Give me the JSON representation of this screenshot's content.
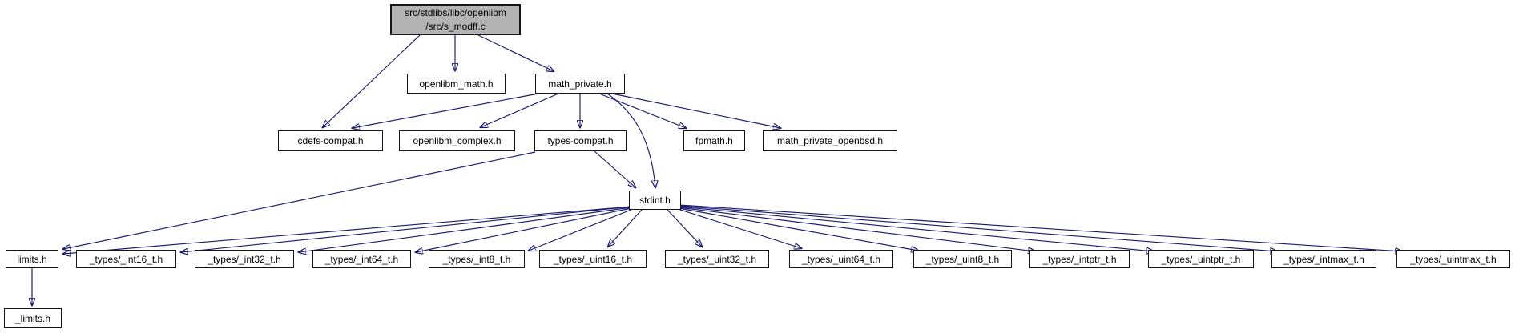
{
  "diagram": {
    "kind": "include-dependency-graph",
    "colors": {
      "edge": "#191970",
      "node_border": "#141414",
      "node_fill": "#ffffff",
      "root_node_fill": "#b3b3b3",
      "text": "#000000",
      "background": "#ffffff"
    },
    "nodes": [
      {
        "id": "root",
        "label": "src/stdlibs/libc/openlibm\n/src/s_modff.c",
        "root": true
      },
      {
        "id": "openlibm_math",
        "label": "openlibm_math.h"
      },
      {
        "id": "math_private",
        "label": "math_private.h"
      },
      {
        "id": "cdefs_compat",
        "label": "cdefs-compat.h"
      },
      {
        "id": "openlibm_complex",
        "label": "openlibm_complex.h"
      },
      {
        "id": "types_compat",
        "label": "types-compat.h"
      },
      {
        "id": "fpmath",
        "label": "fpmath.h"
      },
      {
        "id": "mp_openbsd",
        "label": "math_private_openbsd.h"
      },
      {
        "id": "stdint",
        "label": "stdint.h"
      },
      {
        "id": "limits",
        "label": "limits.h"
      },
      {
        "id": "t_int16",
        "label": "_types/_int16_t.h"
      },
      {
        "id": "t_int32",
        "label": "_types/_int32_t.h"
      },
      {
        "id": "t_int64",
        "label": "_types/_int64_t.h"
      },
      {
        "id": "t_int8",
        "label": "_types/_int8_t.h"
      },
      {
        "id": "t_uint16",
        "label": "_types/_uint16_t.h"
      },
      {
        "id": "t_uint32",
        "label": "_types/_uint32_t.h"
      },
      {
        "id": "t_uint64",
        "label": "_types/_uint64_t.h"
      },
      {
        "id": "t_uint8",
        "label": "_types/_uint8_t.h"
      },
      {
        "id": "t_intptr",
        "label": "_types/_intptr_t.h"
      },
      {
        "id": "t_uintptr",
        "label": "_types/_uintptr_t.h"
      },
      {
        "id": "t_intmax",
        "label": "_types/_intmax_t.h"
      },
      {
        "id": "t_uintmax",
        "label": "_types/_uintmax_t.h"
      },
      {
        "id": "_limits",
        "label": "_limits.h"
      }
    ],
    "edges": [
      {
        "from": "root",
        "to": "openlibm_math"
      },
      {
        "from": "root",
        "to": "math_private"
      },
      {
        "from": "root",
        "to": "cdefs_compat"
      },
      {
        "from": "math_private",
        "to": "cdefs_compat"
      },
      {
        "from": "math_private",
        "to": "openlibm_complex"
      },
      {
        "from": "math_private",
        "to": "types_compat"
      },
      {
        "from": "math_private",
        "to": "fpmath"
      },
      {
        "from": "math_private",
        "to": "mp_openbsd"
      },
      {
        "from": "math_private",
        "to": "stdint"
      },
      {
        "from": "types_compat",
        "to": "stdint"
      },
      {
        "from": "types_compat",
        "to": "limits"
      },
      {
        "from": "stdint",
        "to": "limits"
      },
      {
        "from": "stdint",
        "to": "t_int16"
      },
      {
        "from": "stdint",
        "to": "t_int32"
      },
      {
        "from": "stdint",
        "to": "t_int64"
      },
      {
        "from": "stdint",
        "to": "t_int8"
      },
      {
        "from": "stdint",
        "to": "t_uint16"
      },
      {
        "from": "stdint",
        "to": "t_uint32"
      },
      {
        "from": "stdint",
        "to": "t_uint64"
      },
      {
        "from": "stdint",
        "to": "t_uint8"
      },
      {
        "from": "stdint",
        "to": "t_intptr"
      },
      {
        "from": "stdint",
        "to": "t_uintptr"
      },
      {
        "from": "stdint",
        "to": "t_intmax"
      },
      {
        "from": "stdint",
        "to": "t_uintmax"
      },
      {
        "from": "limits",
        "to": "_limits"
      }
    ]
  }
}
